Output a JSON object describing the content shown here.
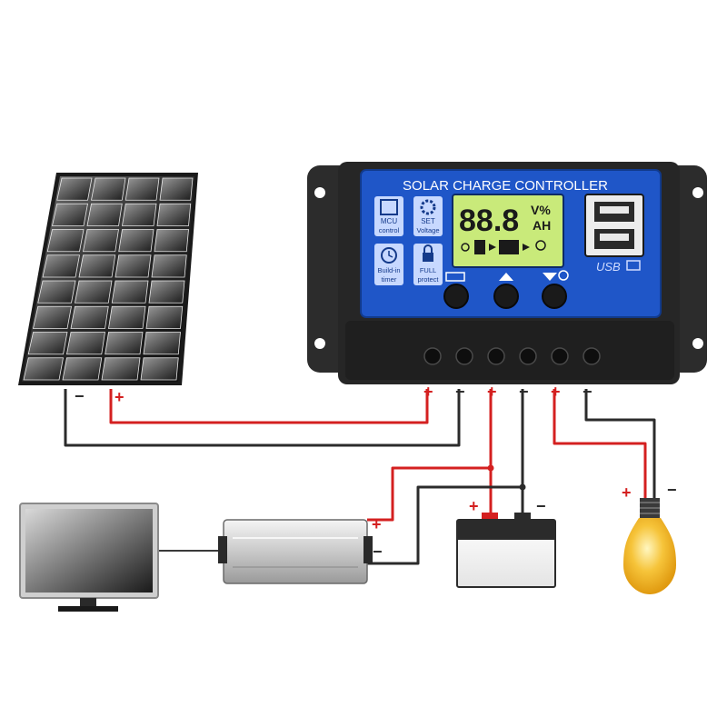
{
  "controller": {
    "title": "SOLAR CHARGE CONTROLLER",
    "display_digits": "88.8",
    "display_unit_top": "V%",
    "display_unit_bottom": "AH",
    "features": [
      {
        "label_line1": "MCU",
        "label_line2": "control",
        "icon": "chip-icon"
      },
      {
        "label_line1": "SET",
        "label_line2": "Voltage",
        "icon": "gear-icon"
      },
      {
        "label_line1": "Build-in",
        "label_line2": "timer",
        "icon": "clock-icon"
      },
      {
        "label_line1": "FULL",
        "label_line2": "protect",
        "icon": "lock-icon"
      }
    ],
    "usb_label": "USB",
    "buttons": [
      {
        "icon": "menu-icon"
      },
      {
        "icon": "up-triangle-icon"
      },
      {
        "icon": "down-bulb-icon"
      }
    ],
    "terminal_signs": [
      "+",
      "−",
      "+",
      "−",
      "+",
      "−"
    ]
  },
  "panel": {
    "plus": "+",
    "minus": "−"
  },
  "battery": {
    "plus": "+",
    "minus": "−"
  },
  "inverter": {
    "plus": "+",
    "minus": "−"
  },
  "bulb": {
    "plus": "+",
    "minus": "−"
  },
  "colors": {
    "positive_wire": "#d42020",
    "negative_wire": "#2b2b2b",
    "controller_face": "#1f56c8",
    "lcd": "#c9ea7a"
  }
}
